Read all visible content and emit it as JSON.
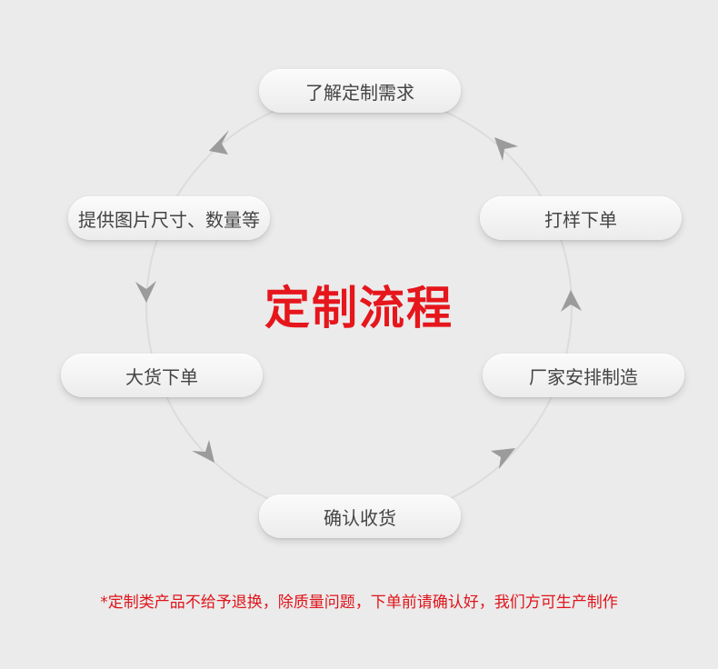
{
  "title": "定制流程",
  "steps": {
    "understand": "了解定制需求",
    "provide": "提供图片尺寸、数量等",
    "bulk_order": "大货下单",
    "confirm": "确认收货",
    "manufacture": "厂家安排制造",
    "sample_order": "打样下单"
  },
  "disclaimer": "*定制类产品不给予退换，除质量问题，下单前请确认好，我们方可生产制作",
  "colors": {
    "title": "#e5161c",
    "disclaimer": "#e0141b",
    "ring": "#dcdcdc",
    "arrow": "#999999"
  }
}
